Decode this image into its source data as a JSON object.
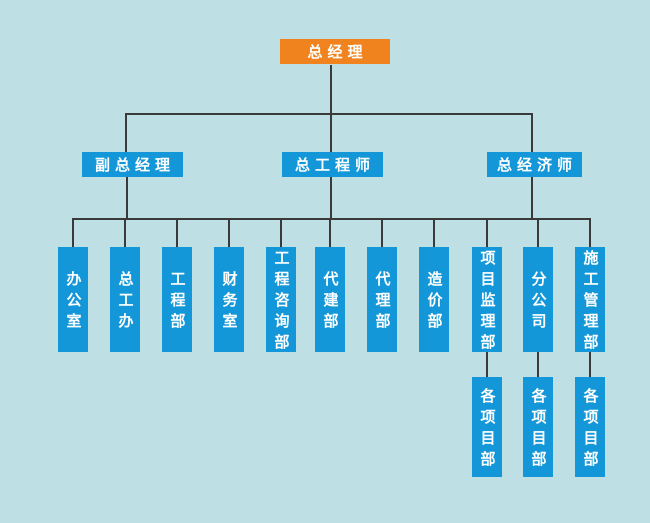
{
  "org_chart": {
    "root": {
      "label": "总经理"
    },
    "managers": [
      {
        "label": "副总经理"
      },
      {
        "label": "总工程师"
      },
      {
        "label": "总经济师"
      }
    ],
    "departments": [
      {
        "label": "办公室"
      },
      {
        "label": "总工办"
      },
      {
        "label": "工程部"
      },
      {
        "label": "财务室"
      },
      {
        "label": "工程咨询部"
      },
      {
        "label": "代建部"
      },
      {
        "label": "代理部"
      },
      {
        "label": "造价部"
      },
      {
        "label": "项目监理部"
      },
      {
        "label": "分公司"
      },
      {
        "label": "施工管理部"
      }
    ],
    "project_units": [
      {
        "label": "各项目部"
      },
      {
        "label": "各项目部"
      },
      {
        "label": "各项目部"
      }
    ]
  },
  "colors": {
    "background": "#bee0e5",
    "node_blue": "#1497d8",
    "node_orange": "#f0831d",
    "connector": "#3a3a3a",
    "text": "#ffffff"
  }
}
